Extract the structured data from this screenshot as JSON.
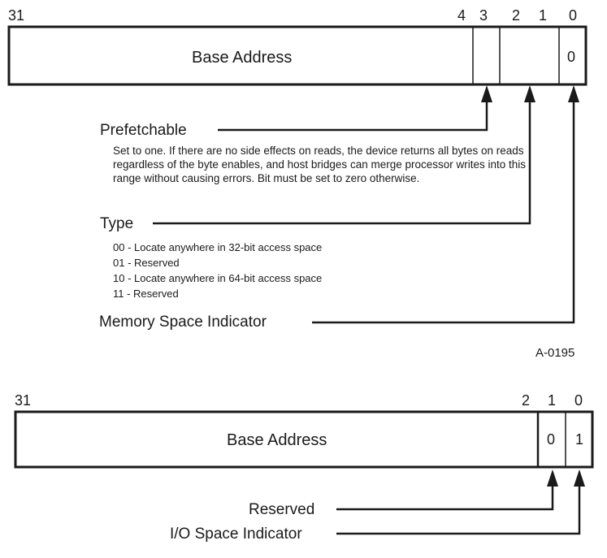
{
  "memory_bar": {
    "bit_labels": [
      "31",
      "4",
      "3",
      "2",
      "1",
      "0"
    ],
    "field_label": "Base Address",
    "bit0_value": "0",
    "prefetchable": {
      "title": "Prefetchable",
      "description": "Set to one. If there are no side effects on reads, the device returns all bytes on reads regardless of the byte enables, and host bridges can merge processor writes into this range without causing errors. Bit must be set to zero otherwise."
    },
    "type": {
      "title": "Type",
      "options": [
        "00 - Locate anywhere in 32-bit access space",
        "01 - Reserved",
        "10 - Locate anywhere in 64-bit access space",
        "11 - Reserved"
      ]
    },
    "space_indicator": "Memory Space Indicator",
    "figure_id": "A-0195"
  },
  "io_bar": {
    "bit_labels": [
      "31",
      "2",
      "1",
      "0"
    ],
    "field_label": "Base Address",
    "bit1_value": "0",
    "bit0_value": "1",
    "reserved_label": "Reserved",
    "space_indicator": "I/O Space Indicator"
  }
}
